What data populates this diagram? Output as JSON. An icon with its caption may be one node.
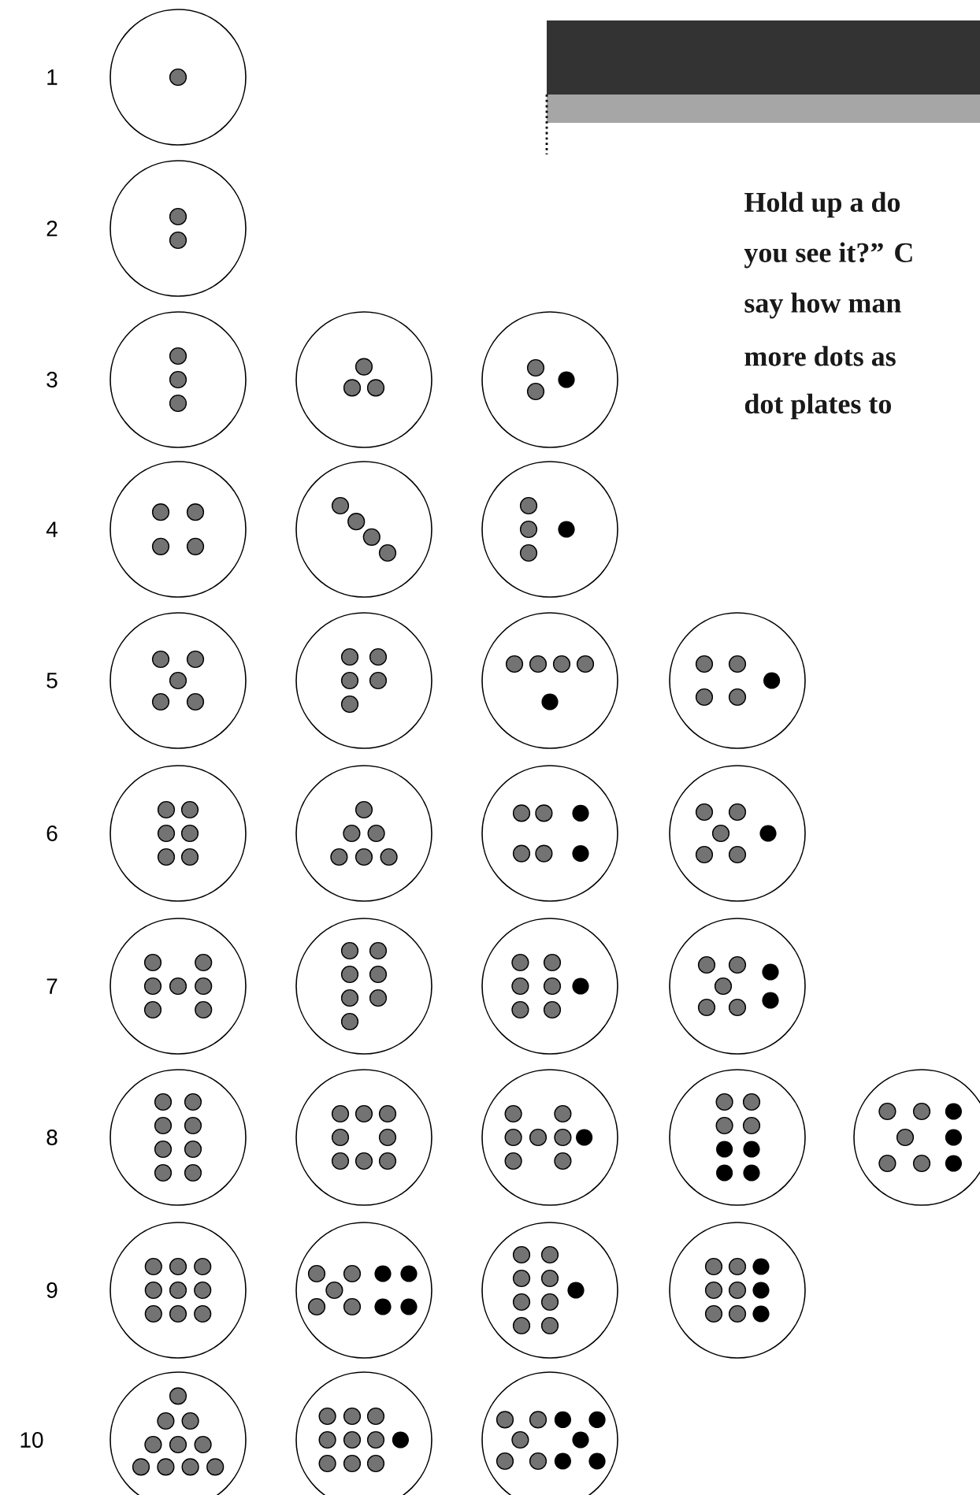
{
  "diagram": {
    "labels": [
      "1",
      "2",
      "Hold up a do",
      "you see it?” C",
      "say how man",
      "more dots as",
      "dot plates to",
      "3",
      "4",
      "5",
      "6",
      "7",
      "8",
      "9",
      "10"
    ]
  }
}
